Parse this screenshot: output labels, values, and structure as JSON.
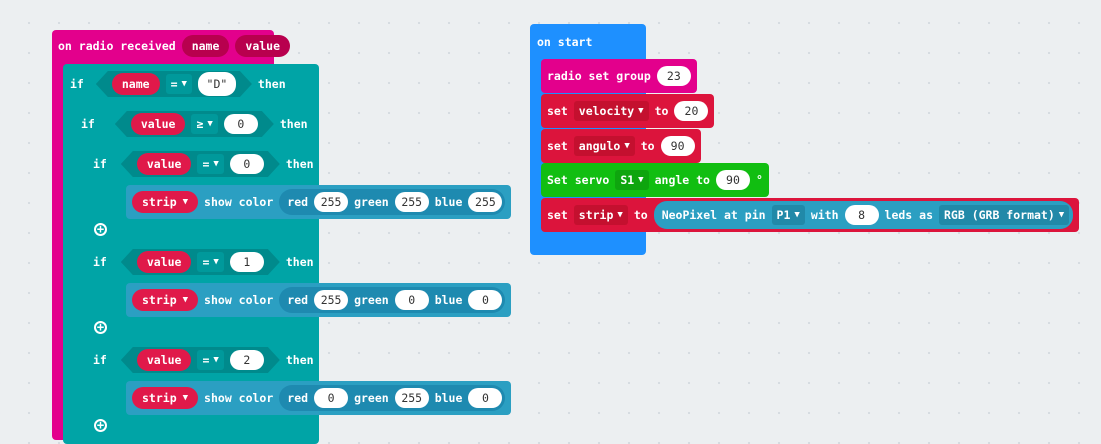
{
  "radio_event": {
    "label": "on radio received",
    "params": [
      "name",
      "value"
    ],
    "if1": {
      "if": "if",
      "var": "name",
      "op": "=",
      "str": "\"D\"",
      "then": "then"
    },
    "if2": {
      "if": "if",
      "var": "value",
      "op": "≥",
      "num": "0",
      "then": "then"
    },
    "cases": [
      {
        "if": "if",
        "var": "value",
        "op": "=",
        "num": "0",
        "then": "then",
        "strip": "strip",
        "show": "show color",
        "red_l": "red",
        "red": "255",
        "green_l": "green",
        "green": "255",
        "blue_l": "blue",
        "blue": "255"
      },
      {
        "if": "if",
        "var": "value",
        "op": "=",
        "num": "1",
        "then": "then",
        "strip": "strip",
        "show": "show color",
        "red_l": "red",
        "red": "255",
        "green_l": "green",
        "green": "0",
        "blue_l": "blue",
        "blue": "0"
      },
      {
        "if": "if",
        "var": "value",
        "op": "=",
        "num": "2",
        "then": "then",
        "strip": "strip",
        "show": "show color",
        "red_l": "red",
        "red": "0",
        "green_l": "green",
        "green": "255",
        "blue_l": "blue",
        "blue": "0"
      }
    ]
  },
  "on_start": {
    "label": "on start",
    "radio": {
      "label": "radio set group",
      "value": "23"
    },
    "set_velocity": {
      "set": "set",
      "var": "velocity",
      "to": "to",
      "value": "20"
    },
    "set_angulo": {
      "set": "set",
      "var": "angulo",
      "to": "to",
      "value": "90"
    },
    "servo": {
      "label": "Set servo",
      "pin": "S1",
      "angle": "angle to",
      "value": "90",
      "unit": "°"
    },
    "set_strip": {
      "set": "set",
      "var": "strip",
      "to": "to",
      "neo": "NeoPixel at pin",
      "pin": "P1",
      "with": "with",
      "count": "8",
      "leds": "leds as",
      "format": "RGB (GRB format)"
    }
  },
  "colors": {
    "radio": "#e3008c",
    "logic": "#00a4a6",
    "neopixel": "#2b9fc2",
    "variables": "#dc143c",
    "basic": "#1e90ff",
    "servo": "#11be11"
  }
}
